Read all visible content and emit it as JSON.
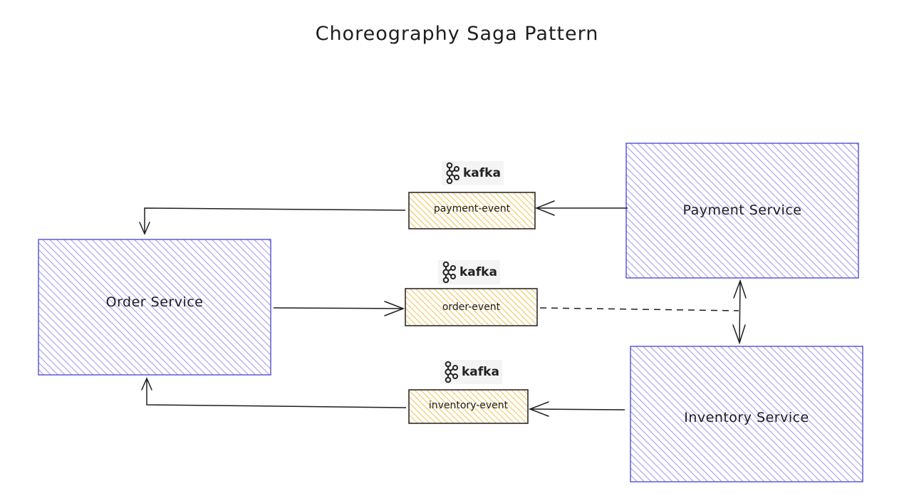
{
  "title": "Choreography Saga Pattern",
  "colors": {
    "service_stroke": "#5b5bd6",
    "service_hatch": "#a99cf0",
    "topic_stroke": "#1e1e1e",
    "topic_hatch": "#f0c24f",
    "line": "#1e1e1e"
  },
  "services": {
    "order": "Order Service",
    "payment": "Payment Service",
    "inventory": "Inventory Service"
  },
  "topics": {
    "payment": "payment-event",
    "order": "order-event",
    "inventory": "inventory-event"
  },
  "kafka_logos": {
    "payment": "kafka",
    "order": "kafka",
    "inventory": "kafka"
  },
  "icons": [
    "kafka-icon"
  ]
}
